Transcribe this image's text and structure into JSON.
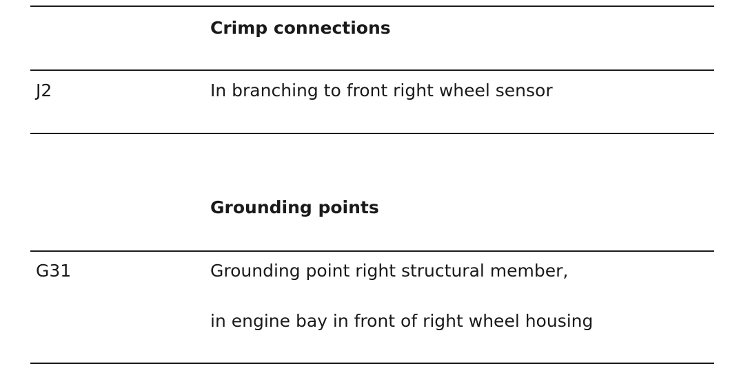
{
  "sections": [
    {
      "heading": "Crimp connections",
      "rows": [
        {
          "code": "J2",
          "lines": [
            "In branching to front right wheel sensor"
          ]
        }
      ]
    },
    {
      "heading": "Grounding points",
      "rows": [
        {
          "code": "G31",
          "lines": [
            "Grounding point right structural member,",
            "in engine bay in front of right wheel housing"
          ]
        }
      ]
    }
  ]
}
